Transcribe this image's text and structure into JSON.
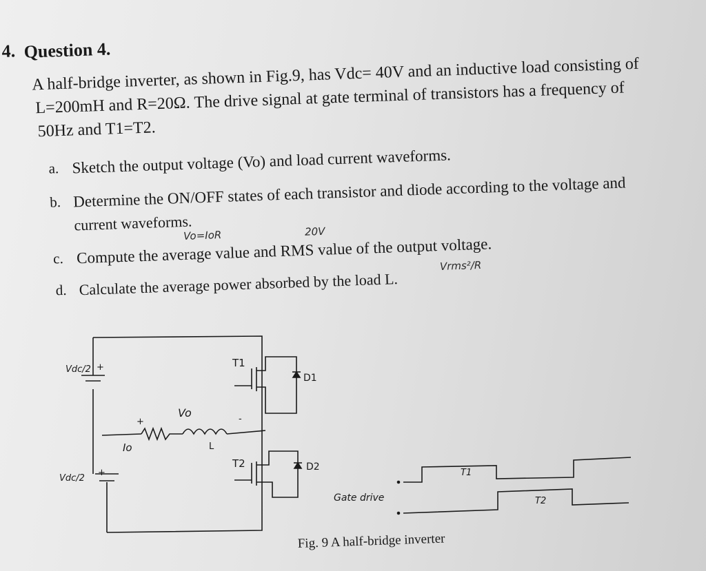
{
  "question": {
    "number": "4.",
    "title": "Question 4.",
    "line1": "A half-bridge inverter, as shown in Fig.9, has Vdc= 40V and an inductive load consisting of",
    "line2": "L=200mH and R=20Ω. The drive signal at gate terminal of transistors has a frequency of",
    "line3": "50Hz and T1=T2."
  },
  "items": [
    {
      "marker": "a.",
      "text": "Sketch the output voltage (Vo) and load current waveforms."
    },
    {
      "marker": "b.",
      "text": "Determine the ON/OFF states of each transistor and diode according to the voltage and"
    },
    {
      "marker": "",
      "text": "current waveforms."
    },
    {
      "marker": "c.",
      "text": "Compute the average value and RMS value of the output voltage."
    },
    {
      "marker": "d.",
      "text": "Calculate the average power absorbed by the load L."
    }
  ],
  "handwritten": {
    "note1": "Vo=IoR",
    "note2": "20V",
    "note3": "Vrms²/R"
  },
  "circuit": {
    "vdc_top": "Vdc/2",
    "vdc_bottom": "Vdc/2",
    "t1": "T1",
    "t2": "T2",
    "d1": "D1",
    "d2": "D2",
    "vo": "Vo",
    "io": "Io",
    "l": "L",
    "plus": "+",
    "minus": "-",
    "gate_drive": "Gate drive",
    "wave_t1": "T1",
    "wave_t2": "T2"
  },
  "caption": "Fig. 9 A half-bridge inverter"
}
